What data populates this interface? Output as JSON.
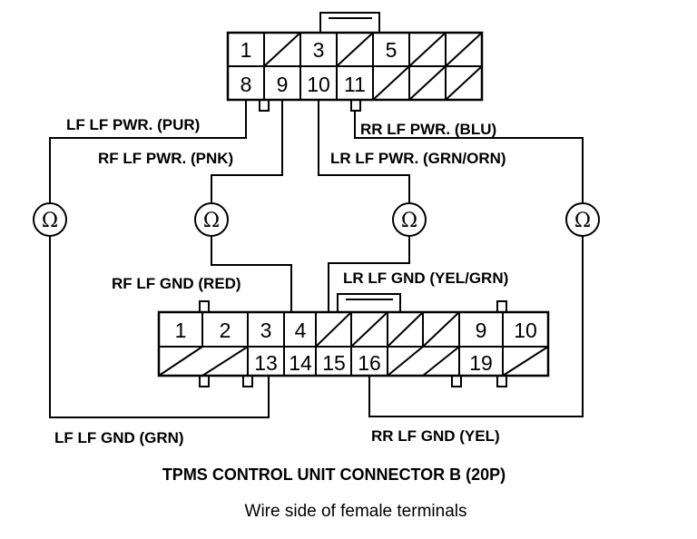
{
  "title": "TPMS CONTROL UNIT CONNECTOR B (20P)",
  "subtitle": "Wire side of female terminals",
  "ohm_symbol": "Ω",
  "top_connector": {
    "row1": [
      "1",
      "",
      "3",
      "",
      "5",
      "",
      ""
    ],
    "row2": [
      "8",
      "9",
      "10",
      "11",
      "",
      "",
      ""
    ]
  },
  "bottom_connector": {
    "row1": [
      "1",
      "2",
      "3",
      "4",
      "",
      "",
      "",
      "",
      "9",
      "10"
    ],
    "row2": [
      "",
      "",
      "13",
      "14",
      "15",
      "16",
      "",
      "",
      "19",
      ""
    ]
  },
  "wires": {
    "lf_pwr": "LF LF PWR. (PUR)",
    "rf_pwr": "RF LF PWR. (PNK)",
    "rr_pwr": "RR LF PWR. (BLU)",
    "lr_pwr": "LR LF PWR. (GRN/ORN)",
    "rf_gnd": "RF LF GND (RED)",
    "lr_gnd": "LR LF GND (YEL/GRN)",
    "lf_gnd": "LF LF GND (GRN)",
    "rr_gnd": "RR LF GND (YEL)"
  }
}
